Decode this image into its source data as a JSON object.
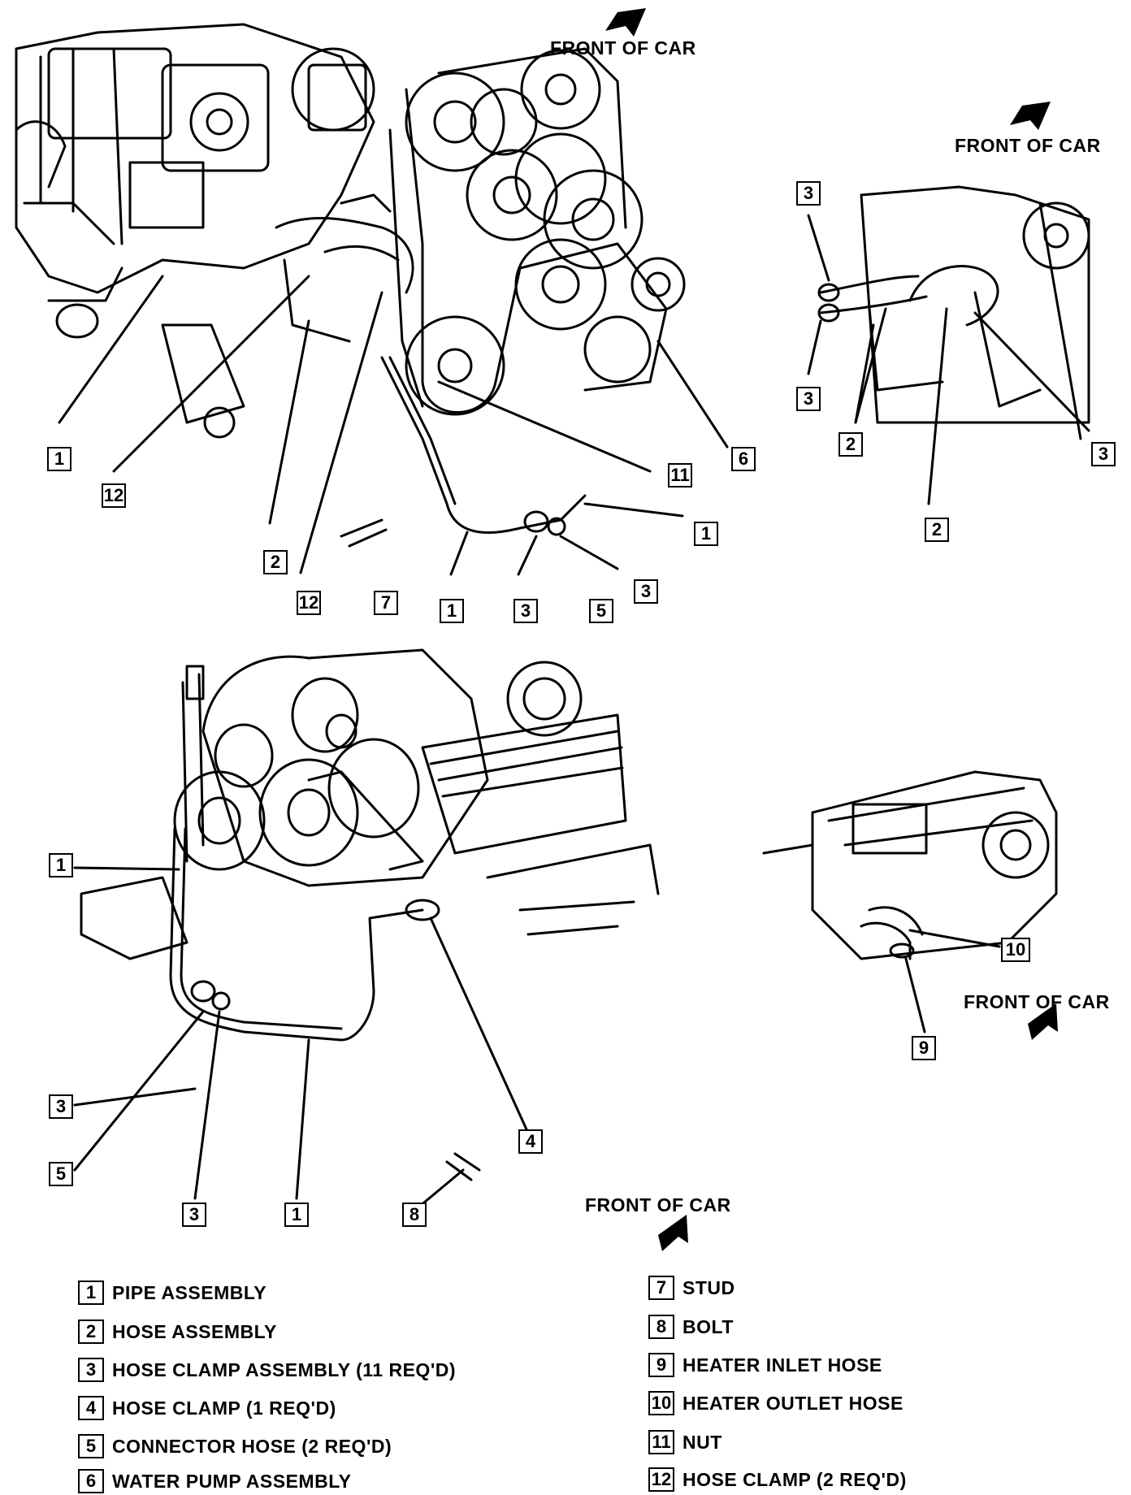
{
  "front_of_car_label": "FRONT OF CAR",
  "callouts": {
    "d1": [
      "1",
      "12",
      "2",
      "12",
      "7",
      "1",
      "3",
      "5",
      "3",
      "1",
      "11",
      "6"
    ],
    "d2": [
      "3",
      "3",
      "2",
      "2",
      "3"
    ],
    "d3": [
      "1",
      "3",
      "5",
      "3",
      "1",
      "8",
      "4"
    ],
    "d4": [
      "10",
      "9"
    ]
  },
  "legend": [
    {
      "num": "1",
      "label": "PIPE ASSEMBLY"
    },
    {
      "num": "2",
      "label": "HOSE ASSEMBLY"
    },
    {
      "num": "3",
      "label": "HOSE CLAMP ASSEMBLY (11 REQ'D)"
    },
    {
      "num": "4",
      "label": "HOSE CLAMP (1 REQ'D)"
    },
    {
      "num": "5",
      "label": "CONNECTOR HOSE (2 REQ'D)"
    },
    {
      "num": "6",
      "label": "WATER PUMP ASSEMBLY"
    },
    {
      "num": "7",
      "label": "STUD"
    },
    {
      "num": "8",
      "label": "BOLT"
    },
    {
      "num": "9",
      "label": "HEATER INLET HOSE"
    },
    {
      "num": "10",
      "label": "HEATER OUTLET HOSE"
    },
    {
      "num": "11",
      "label": "NUT"
    },
    {
      "num": "12",
      "label": "HOSE CLAMP (2 REQ'D)"
    }
  ]
}
